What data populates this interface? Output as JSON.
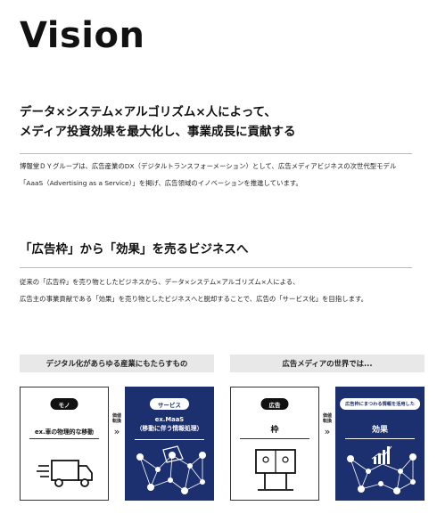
{
  "page_title": "Vision",
  "section1": {
    "heading_line1": "データ×システム×アルゴリズム×人によって、",
    "heading_line2": "メディア投資効果を最大化し、事業成長に貢献する",
    "body_line1": "博報堂ＤＹグループは、広告産業のDX（デジタルトランスフォーメーション）として、広告メディアビジネスの次世代型モデル",
    "body_line2": "「AaaS（Advertising as a Service）」を掲げ、広告領域のイノベーションを推進しています。"
  },
  "section2": {
    "heading": "「広告枠」から「効果」を売るビジネスへ",
    "body_line1": "従来の「広告枠」を売り物としたビジネスから、データ×システム×アルゴリズム×人による、",
    "body_line2": "広告主の事業貢献である「効果」を売り物としたビジネスへと脱却することで、広告の「サービス化」を目指します。"
  },
  "diagram": {
    "left_group": {
      "label": "デジタル化があらゆる産業にもたらすもの",
      "card_a": {
        "pill": "モノ",
        "caption": "ex.車の物理的な移動",
        "icon": "truck-icon"
      },
      "convert_label_line1": "価値",
      "convert_label_line2": "転換",
      "card_b": {
        "pill": "サービス",
        "caption_line1": "ex.MaaS",
        "caption_line2": "（移動に伴う情報処理）",
        "icon": "network-icon"
      }
    },
    "right_group": {
      "label": "広告メディアの世界では...",
      "card_a": {
        "pill": "広告",
        "caption": "枠",
        "icon": "billboard-icon"
      },
      "convert_label_line1": "価値",
      "convert_label_line2": "転換",
      "card_b": {
        "pill": "広告枠にまつわる情報を活用した",
        "caption": "効果",
        "icon": "chart-network-icon"
      }
    },
    "colors": {
      "navy": "#1c2f6e",
      "chip_bg": "#e8e8e8"
    }
  }
}
